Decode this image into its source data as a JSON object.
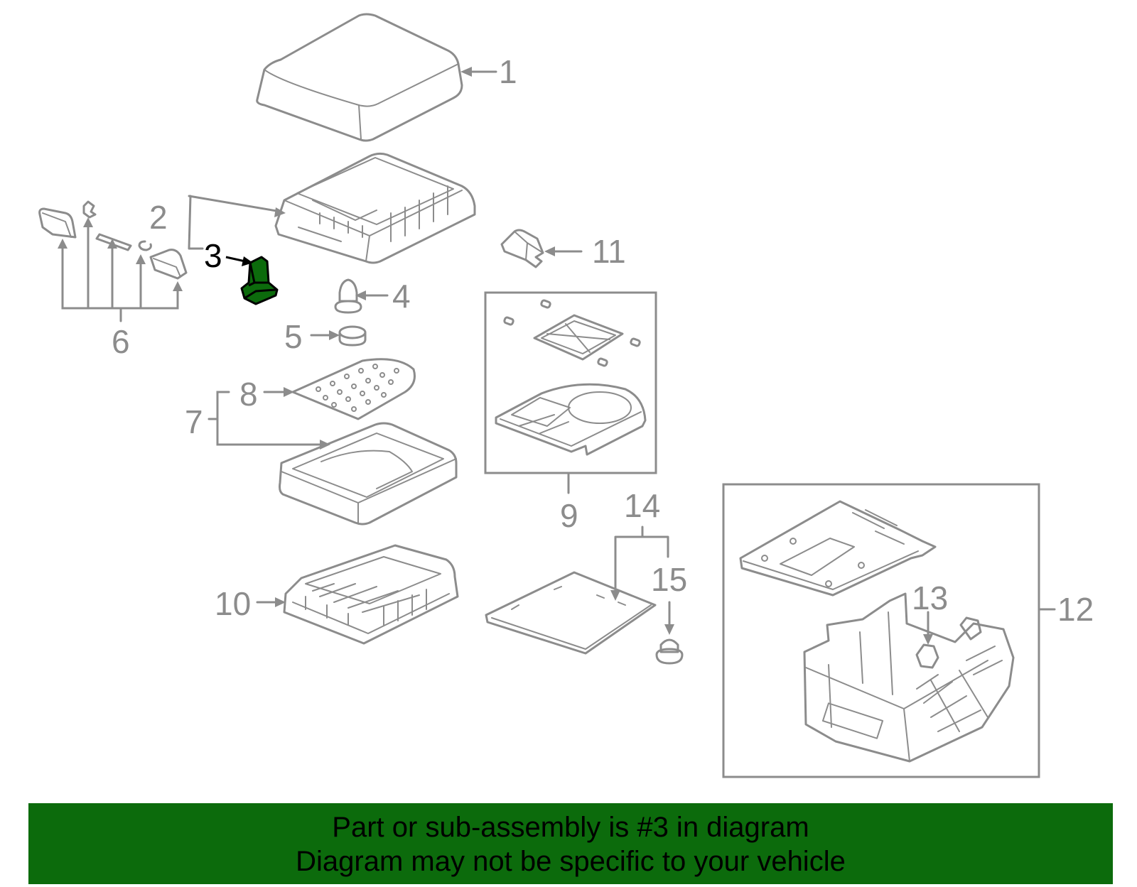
{
  "diagram": {
    "callouts": {
      "c1": "1",
      "c2": "2",
      "c3": "3",
      "c4": "4",
      "c5": "5",
      "c6": "6",
      "c7": "7",
      "c8": "8",
      "c9": "9",
      "c10": "10",
      "c11": "11",
      "c12": "12",
      "c13": "13",
      "c14": "14",
      "c15": "15"
    },
    "highlighted_part": "3",
    "colors": {
      "line": "#8c8c8c",
      "highlight_fill": "#0c6b0c",
      "highlight_label": "#000000",
      "banner_background": "#0c6b0c",
      "banner_text": "#000000"
    }
  },
  "banner": {
    "line1": "Part or sub-assembly is #3 in diagram",
    "line2": "Diagram may not be specific to your vehicle"
  }
}
